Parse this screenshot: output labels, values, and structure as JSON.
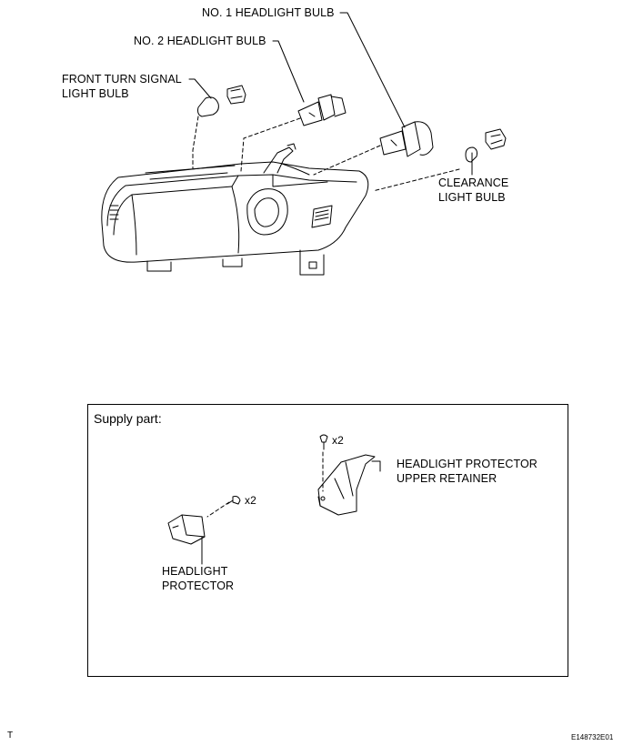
{
  "labels": {
    "no1_headlight_bulb": "NO. 1 HEADLIGHT BULB",
    "no2_headlight_bulb": "NO. 2 HEADLIGHT BULB",
    "front_turn_signal_line1": "FRONT TURN SIGNAL",
    "front_turn_signal_line2": "LIGHT BULB",
    "clearance_line1": "CLEARANCE",
    "clearance_line2": "LIGHT BULB"
  },
  "supply": {
    "title": "Supply part:",
    "retainer_qty": "x2",
    "protector_qty": "x2",
    "retainer_line1": "HEADLIGHT PROTECTOR",
    "retainer_line2": "UPPER RETAINER",
    "protector_line1": "HEADLIGHT",
    "protector_line2": "PROTECTOR"
  },
  "footer": {
    "corner_mark": "T",
    "figure_id": "E148732E01"
  }
}
